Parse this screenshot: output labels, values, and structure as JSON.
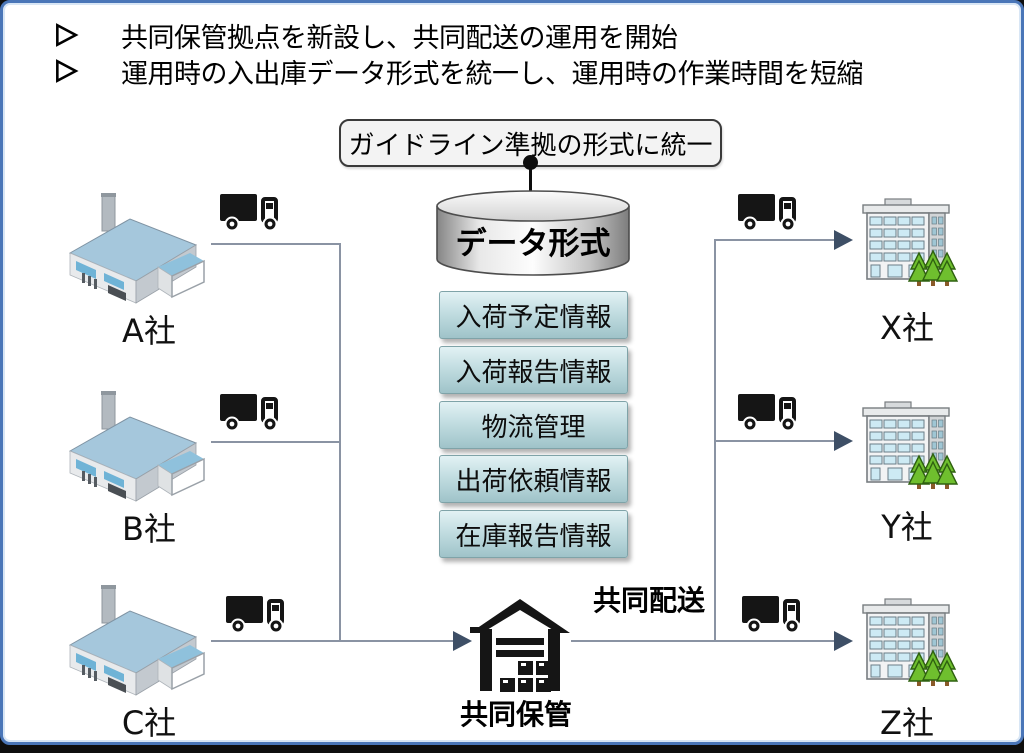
{
  "slide": {
    "bullets": [
      "共同保管拠点を新設し、共同配送の運用を開始",
      "運用時の入出庫データ形式を統一し、運用時の作業時間を短縮"
    ],
    "callout": {
      "text": "ガイドライン準拠の形式に統一"
    },
    "cylinder": {
      "label": "データ形式"
    },
    "info_boxes": [
      "入荷予定情報",
      "入荷報告情報",
      "物流管理",
      "出荷依頼情報",
      "在庫報告情報"
    ],
    "left_companies": [
      {
        "label": "A社"
      },
      {
        "label": "B社"
      },
      {
        "label": "C社"
      }
    ],
    "right_companies": [
      {
        "label": "X社"
      },
      {
        "label": "Y社"
      },
      {
        "label": "Z社"
      }
    ],
    "warehouse": {
      "label": "共同保管"
    },
    "delivery": {
      "label": "共同配送"
    },
    "icons": {
      "bullet": "outlined-right-arrowhead",
      "factory": "isometric-factory",
      "truck": "black-box-truck",
      "warehouse": "black-warehouse-with-boxes",
      "building": "office-building-with-trees",
      "database": "gray-cylinder"
    },
    "colors": {
      "slide_border": "#4a76b8",
      "connector_line": "#8a93a3",
      "arrowhead": "#3e4f66",
      "info_box_top": "#e2f2f4",
      "info_box_bottom": "#9fc3c9",
      "callout_bg": "#f3f3f3",
      "icon_black": "#151515",
      "factory_roof": "#a5c7dc",
      "tree_green": "#6fbf2e"
    }
  }
}
